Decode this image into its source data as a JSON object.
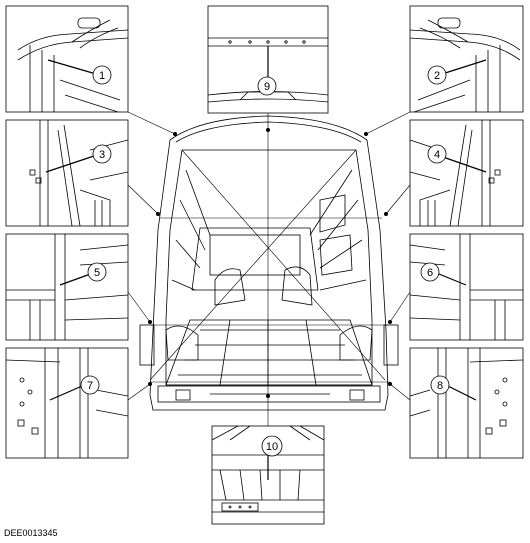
{
  "figure": {
    "reference_code": "DEE0013345",
    "callouts": [
      "1",
      "2",
      "3",
      "4",
      "5",
      "6",
      "7",
      "8",
      "9",
      "10"
    ]
  },
  "colors": {
    "line": "#000000",
    "background": "#ffffff"
  }
}
